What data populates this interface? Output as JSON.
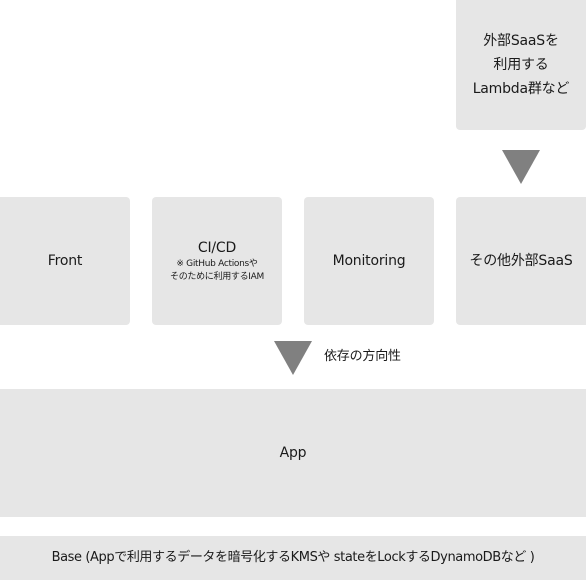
{
  "external_saas_lambda": {
    "lines": "外部SaaSを\n利用する\nLambda群など"
  },
  "tier1": {
    "front": "Front",
    "cicd_title": "CI/CD",
    "cicd_note_line1": "※ GitHub Actionsや",
    "cicd_note_line2": "そのために利用するIAM",
    "monitoring": "Monitoring",
    "other_saas": "その他外部SaaS"
  },
  "dependency_label": "依存の方向性",
  "app": "App",
  "base": "Base (Appで利用するデータを暗号化するKMSや stateをLockするDynamoDBなど )",
  "colors": {
    "box_fill": "#e6e6e6",
    "arrow": "#808080",
    "background": "#ffffff"
  }
}
